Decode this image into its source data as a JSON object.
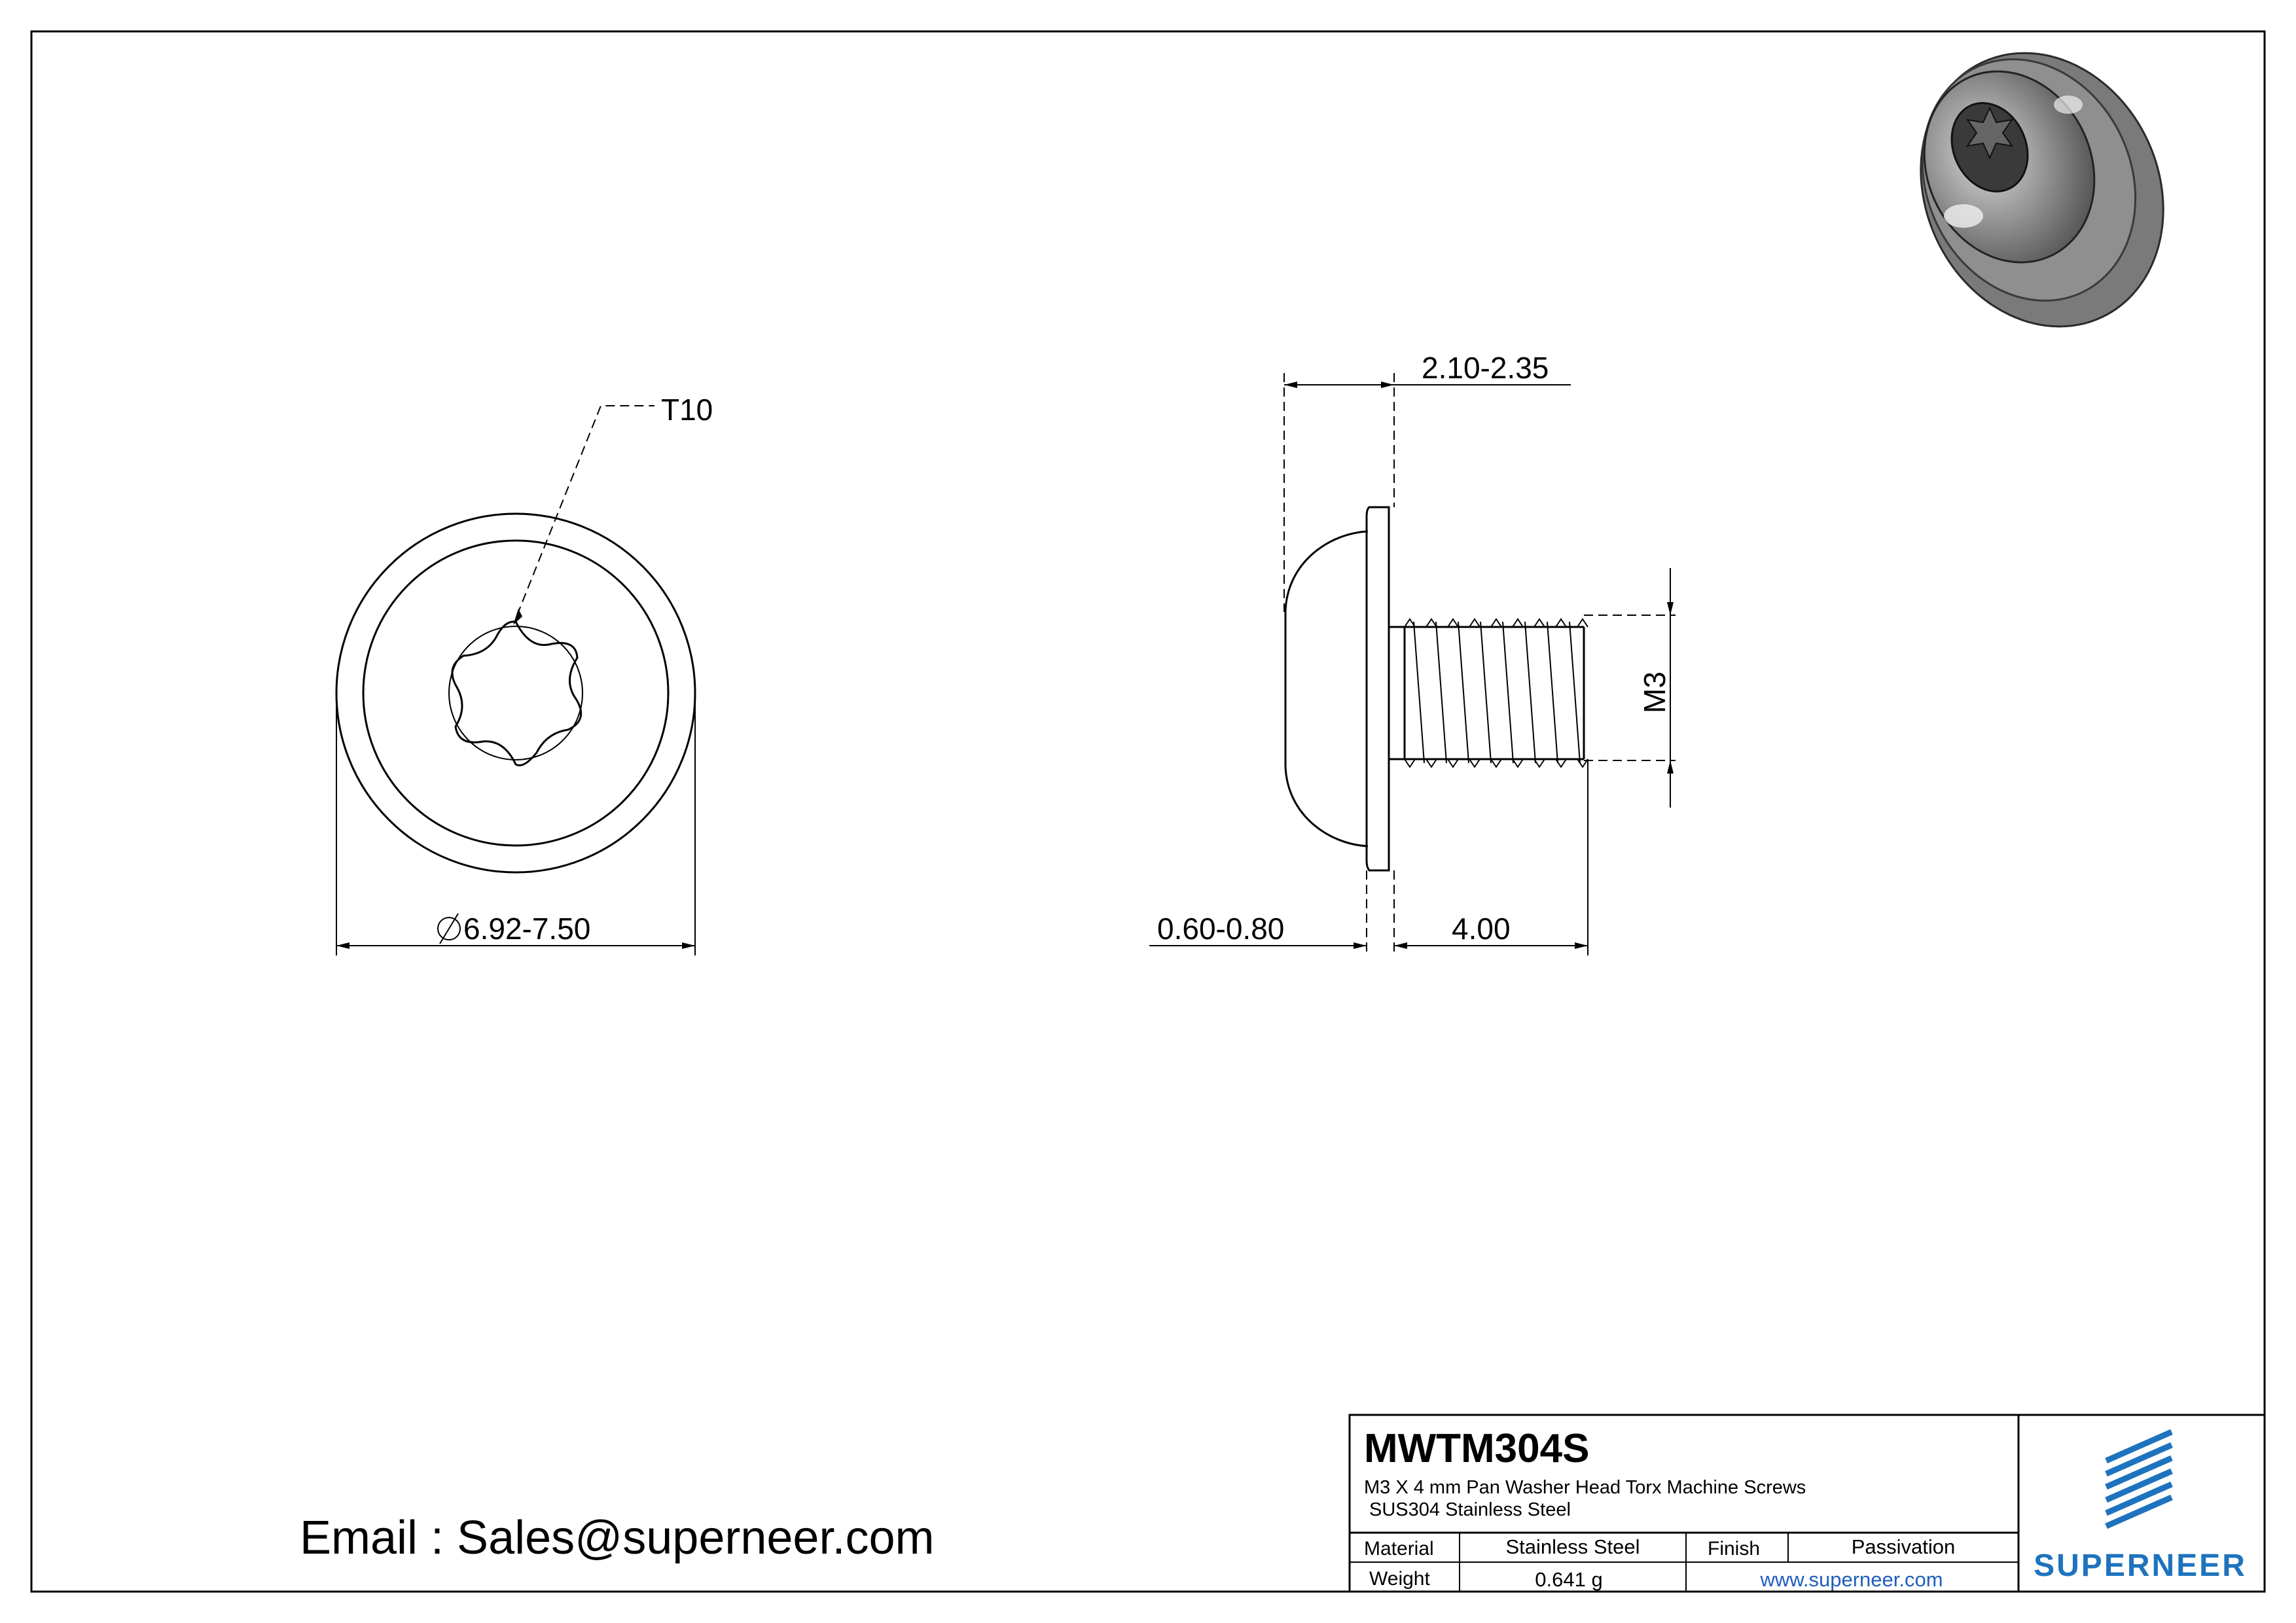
{
  "part_number": "MWTM304S",
  "description_line1": "M3 X 4 mm  Pan Washer Head  Torx Machine Screws",
  "description_line2": "SUS304 Stainless Steel",
  "material_label": "Material",
  "material_value": "Stainless Steel",
  "finish_label": "Finish",
  "finish_value": "Passivation",
  "weight_label": "Weight",
  "weight_value": "0.641 g",
  "website": "www.superneer.com",
  "brand": "SUPERNEER",
  "email": "Email : Sales@superneer.com",
  "dimensions": {
    "drive": "T10",
    "diameter": "6.92-7.50",
    "head_height": "2.10-2.35",
    "washer_thickness": "0.60-0.80",
    "length": "4.00",
    "thread": "M3"
  },
  "colors": {
    "line": "#000000",
    "brand_blue": "#1e73be",
    "link_blue": "#1f5fbf",
    "render_metal": "#8c8c8c"
  },
  "icons": [
    "diameter-symbol-icon",
    "superneer-logo-icon",
    "screw-render-icon"
  ]
}
